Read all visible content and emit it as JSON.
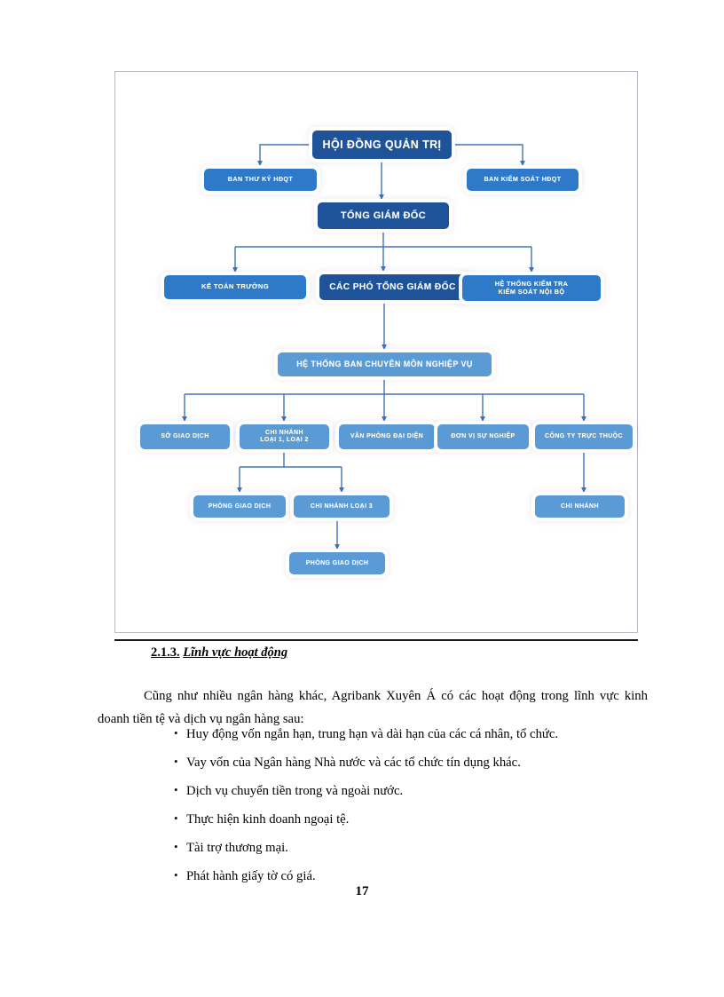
{
  "document": {
    "page_number": "17",
    "heading": {
      "number": "2.1.3.",
      "title": "Lĩnh vực hoạt động"
    },
    "paragraph": "Cũng như nhiều ngân hàng khác, Agribank Xuyên Á có các hoạt động trong lĩnh vực kinh doanh tiền tệ và dịch vụ ngân hàng sau:",
    "bullets": [
      "Huy động vốn ngắn hạn, trung hạn và dài hạn của các cá nhân, tổ chức.",
      "Vay vốn của Ngân hàng Nhà nước và các tổ chức tín dụng khác.",
      "Dịch vụ chuyển tiền trong và ngoài nước.",
      "Thực hiện kinh doanh ngoại tệ.",
      "Tài trợ thương mại.",
      "Phát hành giấy tờ có giá."
    ]
  },
  "org_chart": {
    "colors": {
      "dark_blue": "#1f5399",
      "mid_blue": "#2e7ac8",
      "light_blue": "#5b9bd5",
      "connector": "#4472b8",
      "frame_border": "#b9b9c4"
    },
    "nodes": {
      "hoi_dong_quan_tri": "HỘI ĐỒNG QUẢN TRỊ",
      "ban_thu_ky_hdqt": "BAN THƯ KÝ HĐQT",
      "ban_kiem_soat_hdqt": "BAN KIỂM SOÁT HĐQT",
      "tong_giam_doc": "TỔNG GIÁM ĐỐC",
      "ke_toan_truong": "KẾ TOÁN TRƯỞNG",
      "cac_pho_tong_giam_doc": "CÁC PHÓ TỔNG GIÁM ĐỐC",
      "he_thong_kiem_tra_line1": "HỆ THỐNG KIỂM TRA",
      "he_thong_kiem_tra_line2": "KIỂM SOÁT NỘI BỘ",
      "he_thong_ban_chuyen_mon": "HỆ THỐNG BAN CHUYÊN MÔN NGHIỆP VỤ",
      "so_giao_dich": "SỞ GIAO DỊCH",
      "chi_nhanh_loai_12_line1": "CHI NHÁNH",
      "chi_nhanh_loai_12_line2": "LOẠI 1, LOẠI 2",
      "van_phong_dai_dien": "VĂN PHÒNG ĐẠI DIỆN",
      "don_vi_su_nghiep": "ĐƠN VỊ SỰ NGHIỆP",
      "cong_ty_truc_thuoc": "CÔNG TY TRỰC THUỘC",
      "phong_giao_dich_1": "PHÒNG GIAO DỊCH",
      "chi_nhanh_loai_3": "CHI NHÁNH LOẠI 3",
      "chi_nhanh": "CHI NHÁNH",
      "phong_giao_dich_2": "PHÒNG GIAO DỊCH"
    }
  }
}
